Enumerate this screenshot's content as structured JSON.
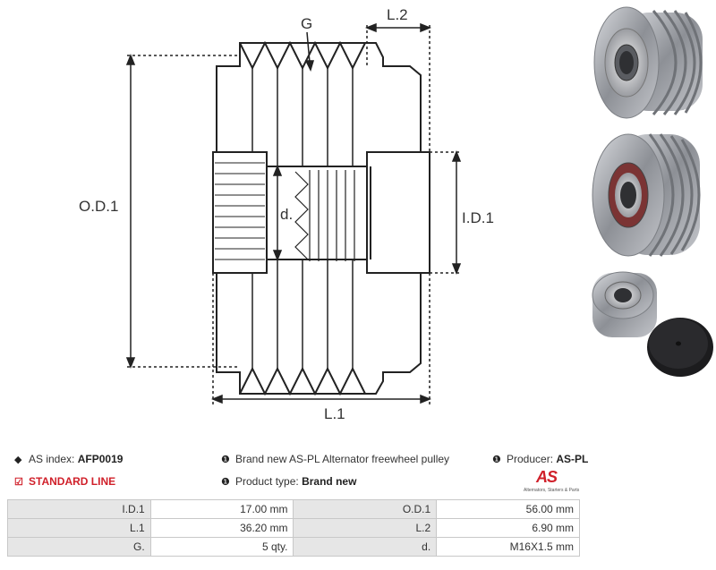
{
  "diagram": {
    "labels": {
      "g": "G",
      "l2": "L.2",
      "od1": "O.D.1",
      "d": "d.",
      "id1": "I.D.1",
      "l1": "L.1"
    }
  },
  "photos": [
    {
      "name": "pulley-angled-view"
    },
    {
      "name": "pulley-front-view"
    },
    {
      "name": "pulley-with-cap"
    }
  ],
  "info": {
    "as_index_label": "AS index:",
    "as_index_value": "AFP0019",
    "description": "Brand new AS-PL Alternator freewheel pulley",
    "producer_label": "Producer:",
    "producer_value": "AS-PL",
    "standard_line": "STANDARD LINE",
    "product_type_label": "Product type:",
    "product_type_value": "Brand new"
  },
  "logo": {
    "mark": "AS",
    "tagline": "Alternators, Starters & Parts"
  },
  "specs": [
    [
      {
        "label": "I.D.1",
        "value": "17.00 mm"
      },
      {
        "label": "O.D.1",
        "value": "56.00 mm"
      }
    ],
    [
      {
        "label": "L.1",
        "value": "36.20 mm"
      },
      {
        "label": "L.2",
        "value": "6.90 mm"
      }
    ],
    [
      {
        "label": "G.",
        "value": "5 qty."
      },
      {
        "label": "d.",
        "value": "M16X1.5 mm"
      }
    ]
  ],
  "colors": {
    "accent": "#d0202a",
    "table_label_bg": "#e6e6e6",
    "border": "#c8c8c8"
  }
}
